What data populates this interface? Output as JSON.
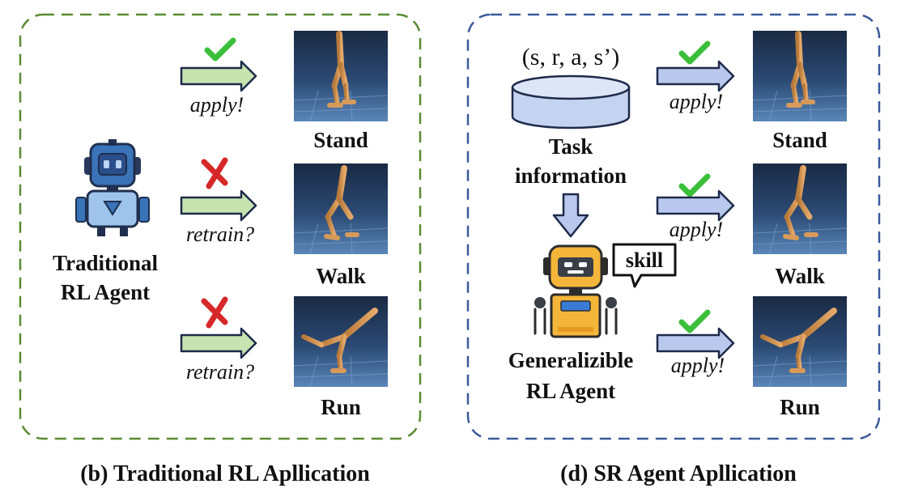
{
  "left_panel": {
    "agent_label_line1": "Traditional",
    "agent_label_line2": "RL Agent",
    "rows": [
      {
        "mark": "check",
        "arrow_text": "apply!",
        "task": "Stand"
      },
      {
        "mark": "cross",
        "arrow_text": "retrain?",
        "task": "Walk"
      },
      {
        "mark": "cross",
        "arrow_text": "retrain?",
        "task": "Run"
      }
    ],
    "caption": "(b) Traditional RL Apllication",
    "border_color": "#5a8a32",
    "arrow_fill": "#c6e3b0"
  },
  "right_panel": {
    "tuple_text": "(s, r, a, s’)",
    "database_line1": "Task",
    "database_line2": "information",
    "speech_bubble": "skill",
    "agent_label_line1": "Generalizible",
    "agent_label_line2": "RL Agent",
    "rows": [
      {
        "mark": "check",
        "arrow_text": "apply!",
        "task": "Stand"
      },
      {
        "mark": "check",
        "arrow_text": "apply!",
        "task": "Walk"
      },
      {
        "mark": "check",
        "arrow_text": "apply!",
        "task": "Run"
      }
    ],
    "caption": "(d) SR Agent Apllication",
    "border_color": "#3c5a9a",
    "arrow_fill": "#b9c8ec"
  },
  "colors": {
    "check": "#3bbf3b",
    "cross": "#d62828",
    "arrow_stroke": "#1e2a4a"
  },
  "icons": {
    "left_agent": "blue-robot-icon",
    "right_agent": "yellow-robot-icon",
    "task_images": [
      "walker-stand-image",
      "walker-walk-image",
      "walker-run-image"
    ]
  }
}
